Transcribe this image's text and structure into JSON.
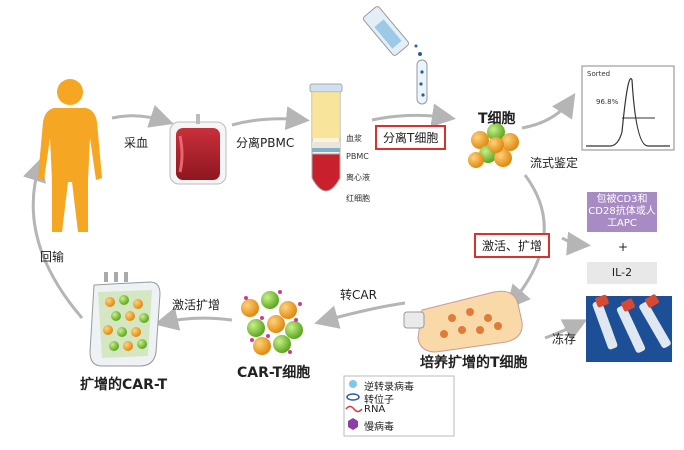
{
  "steps": {
    "blood_collection": "采血",
    "separate_pbmc": "分离PBMC",
    "separate_t_cells": "分离T细胞",
    "t_cells": "T细胞",
    "flow_identification": "流式鉴定",
    "activate_expand": "激活、扩增",
    "cryopreserve": "冻存",
    "cultured_t_cells": "培养扩增的T细胞",
    "transduce_car": "转CAR",
    "car_t_cells": "CAR-T细胞",
    "activate_expand_2": "激活扩增",
    "expanded_car_t": "扩增的CAR-T",
    "reinfusion": "回输"
  },
  "tube_layers": [
    "血浆",
    "PBMC",
    "离心液",
    "红细胞"
  ],
  "flow_plot": {
    "title": "Sorted",
    "percent": "96.8%"
  },
  "activation": {
    "coating": "包被CD3和CD28抗体或人工APC",
    "plus": "+",
    "cytokine": "IL-2"
  },
  "legend": [
    {
      "icon": "retrovirus",
      "label": "逆转录病毒"
    },
    {
      "icon": "transposon",
      "label": "转位子"
    },
    {
      "icon": "rna",
      "label": "RNA"
    },
    {
      "icon": "lentivirus",
      "label": "慢病毒"
    }
  ],
  "colors": {
    "arrow": "#b5b5b5",
    "highlight": "#d9312b",
    "blood": "#b5232a",
    "body": "#f5a623",
    "purple": "#a98bc4"
  }
}
